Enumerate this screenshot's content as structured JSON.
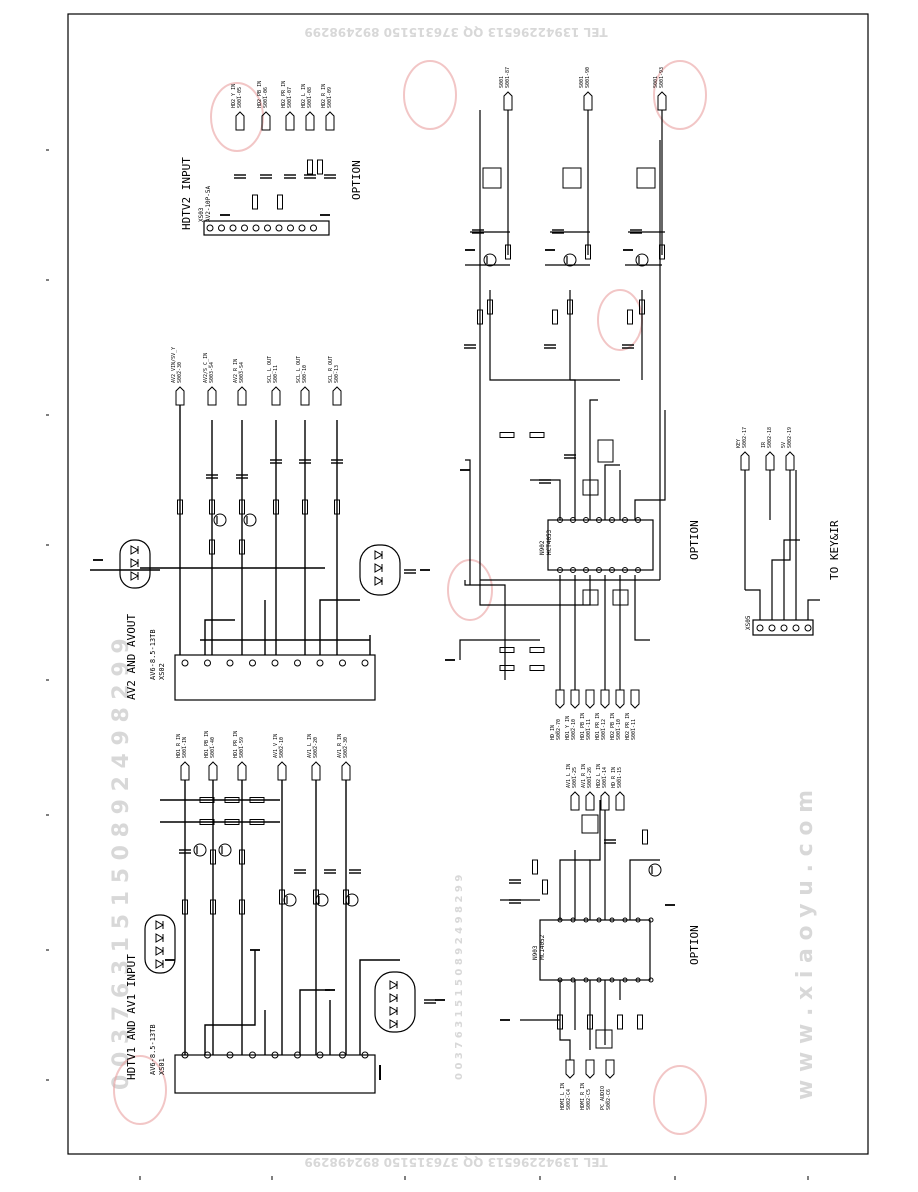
{
  "titles": {
    "hdtv1_av1": "HDTV1 AND AV1 INPUT",
    "av2_avout": "AV2 AND AVOUT",
    "hdtv2": "HDTV2 INPUT",
    "to_key_ir": "TO KEY&IR",
    "option_top": "OPTION",
    "option_right": "OPTION",
    "option_bottom": "OPTION"
  },
  "watermark": {
    "site": "w w w . x i a o y u . c o m",
    "phone": "0 0 3 7 6 3 1 5 1 5 0 8 9 2 4 9 8 2 9 9",
    "header": "TEL 13942296513 QQ 376315150 892498299"
  },
  "connectors": {
    "xs01": {
      "ref": "XS01",
      "part": "AV6-8.5-13TB"
    },
    "xs02": {
      "ref": "XS02",
      "part": "AV6-8.5-13TB"
    },
    "xs03": {
      "ref": "XS03",
      "part": "AV2-10P-5A"
    },
    "xs05": {
      "ref": "XS05"
    }
  },
  "chips": {
    "n902": {
      "ref": "N902",
      "part": "HCT4053"
    },
    "n903": {
      "ref": "N903",
      "part": "MC14052"
    }
  },
  "net_labels": {
    "hdtv1_av1": [
      "HD1_R IN\nS001-IN",
      "HD1_PB IN\nS001-40",
      "HD1_PR IN\nS001-59",
      "AV1_V IN\nS002-10",
      "AV1_L IN\nS002-20",
      "AV1_R IN\nS002-30"
    ],
    "av2_avout": [
      "AV2_VIN/SV_Y\nS002-30",
      "AV2/S_C_IN\nS003-S4",
      "AV2_R IN\nS003-S4",
      "SCL_L OUT\nS00-11",
      "SCL_L OUT\nS00-10",
      "SCL_R OUT\nS00-13"
    ],
    "hdtv2": [
      "HD2_Y IN\nS001-05",
      "HD2_PB IN\nS001-06",
      "HD2_PR IN\nS001-07",
      "HD2_L IN\nS001-08",
      "HD2_R IN\nS001-09"
    ],
    "switch_inputs": [
      "HD_IN\nS002-70",
      "HD1_Y IN\nS002-10",
      "HD1_PB IN\nS001-11",
      "HD1_PR IN\nS001-12",
      "HD2_PB IN\nS001-10",
      "HD2_PR IN\nS001-11"
    ],
    "switch_outputs": [
      "S001\nS001-87",
      "S001\nS001-90",
      "S001\nS001-93"
    ],
    "key_ir": [
      "KEY\nS002-17",
      "IR\nS002-18",
      "5V\nS002-19"
    ],
    "audio_switch": [
      "AV1_L IN\nS001-25",
      "AV1_R IN\nS001-26",
      "HD2_L IN\nS001-14",
      "HD_R IN\nS001-15"
    ],
    "audio_inputs": [
      "HDMI_L IN\nS002-C4",
      "HDMI_R IN\nS002-C5",
      "PC_AUDIO\nS002-C6"
    ]
  }
}
